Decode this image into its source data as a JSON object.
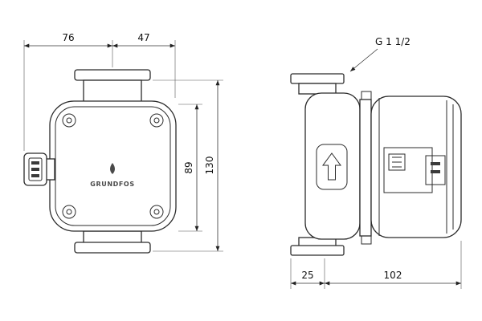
{
  "drawing": {
    "brand": "GRUNDFOS",
    "thread_label": "G 1 1/2",
    "dimensions": {
      "width_left": "76",
      "width_right": "47",
      "height_body": "89",
      "height_total": "130",
      "depth_front": "25",
      "depth_motor": "102"
    }
  }
}
